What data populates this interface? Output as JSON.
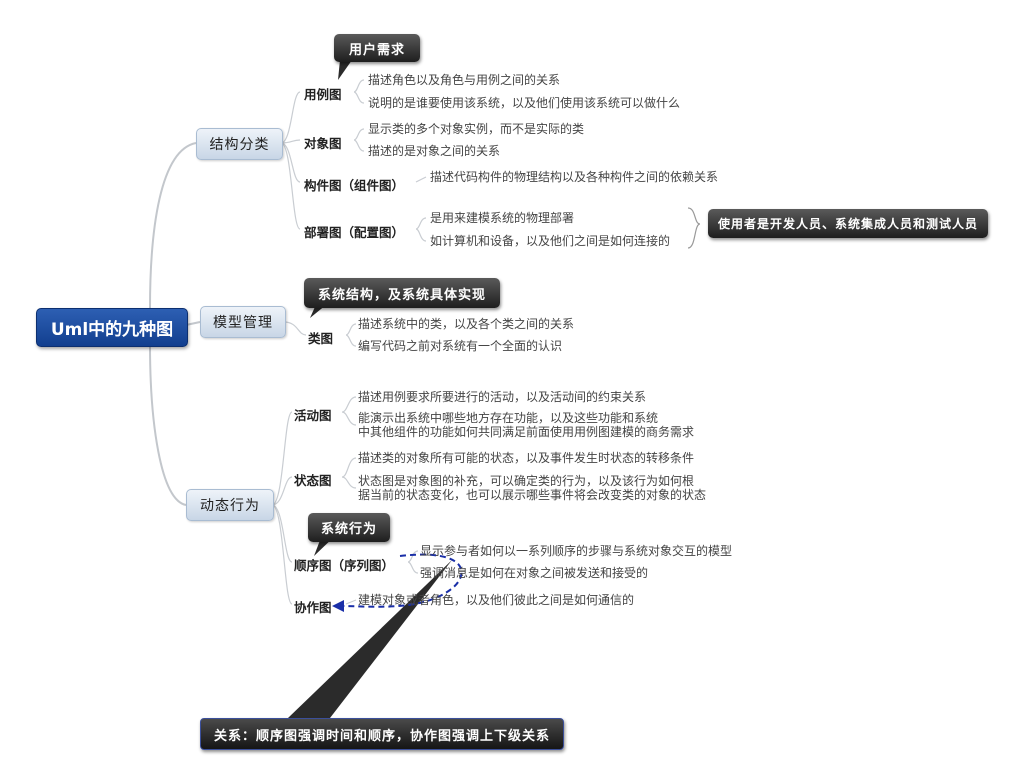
{
  "root": {
    "label": "Uml中的九种图"
  },
  "categories": {
    "structure": {
      "label": "结构分类",
      "use_case": {
        "label": "用例图",
        "callout": "用户需求",
        "details": [
          "描述角色以及角色与用例之间的关系",
          "说明的是谁要使用该系统，以及他们使用该系统可以做什么"
        ]
      },
      "object": {
        "label": "对象图",
        "details": [
          "显示类的多个对象实例，而不是实际的类",
          "描述的是对象之间的关系"
        ]
      },
      "component": {
        "label": "构件图（组件图）",
        "details": [
          "描述代码构件的物理结构以及各种构件之间的依赖关系"
        ]
      },
      "deployment": {
        "label": "部署图（配置图）",
        "callout": "使用者是开发人员、系统集成人员和测试人员",
        "details": [
          "是用来建模系统的物理部署",
          "如计算机和设备，以及他们之间是如何连接的"
        ]
      }
    },
    "model": {
      "label": "模型管理",
      "class": {
        "label": "类图",
        "callout": "系统结构，及系统具体实现",
        "details": [
          "描述系统中的类，以及各个类之间的关系",
          "编写代码之前对系统有一个全面的认识"
        ]
      }
    },
    "behavior": {
      "label": "动态行为",
      "activity": {
        "label": "活动图",
        "details": [
          "描述用例要求所要进行的活动，以及活动间的约束关系",
          "能演示出系统中哪些地方存在功能，以及这些功能和系统",
          "中其他组件的功能如何共同满足前面使用用例图建模的商务需求"
        ]
      },
      "state": {
        "label": "状态图",
        "details": [
          "描述类的对象所有可能的状态，以及事件发生时状态的转移条件",
          "状态图是对象图的补充，可以确定类的行为，以及该行为如何根",
          "据当前的状态变化，也可以展示哪些事件将会改变类的对象的状态"
        ]
      },
      "sequence": {
        "label": "顺序图（序列图）",
        "callout": "系统行为",
        "details": [
          "显示参与者如何以一系列顺序的步骤与系统对象交互的模型",
          "强调消息是如何在对象之间被发送和接受的"
        ]
      },
      "collaboration": {
        "label": "协作图",
        "details": [
          "建模对象或者角色，以及他们彼此之间是如何通信的"
        ]
      }
    }
  },
  "relation_note": "关系：顺序图强调时间和顺序，协作图强调上下级关系",
  "colors": {
    "root": "#1f4fa0",
    "category": "#d4e0ee",
    "callout": "#2a2a2a",
    "relation_arrow": "#1a2fa8"
  }
}
